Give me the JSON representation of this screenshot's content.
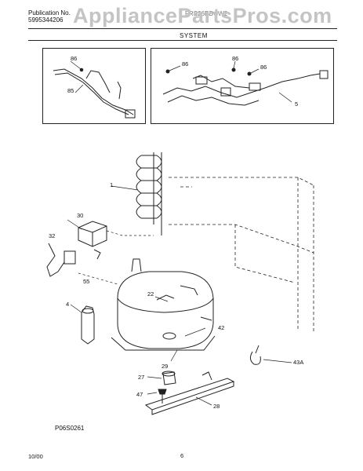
{
  "header": {
    "publication_label": "Publication No.",
    "publication_number": "5995344206",
    "model_fragment": "FRS26RDCW2",
    "section_title": "SYSTEM"
  },
  "watermark": "AppliancePartsPros.com",
  "callouts": {
    "p86_a": "86",
    "p85": "85",
    "p86_b": "86",
    "p86_c": "86",
    "p86_d": "86",
    "p5": "5",
    "p1": "1",
    "p30": "30",
    "p32": "32",
    "p55": "55",
    "p4": "4",
    "p22": "22",
    "p42": "42",
    "p29": "29",
    "p27": "27",
    "p47": "47",
    "p28": "28",
    "p43a": "43A"
  },
  "diagram_code": "P06S0261",
  "footer": {
    "date": "10/00",
    "page": "6"
  }
}
